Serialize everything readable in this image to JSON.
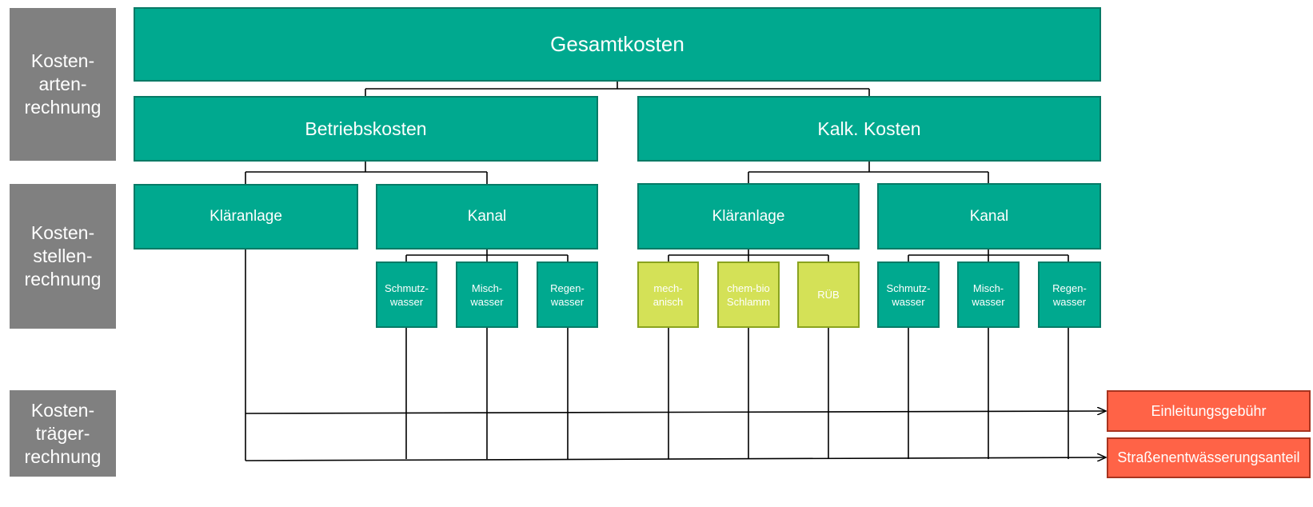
{
  "levels": {
    "kostenarten": "Kosten-\narten-\nrechnung",
    "kostenstellen": "Kosten-\nstellen-\nrechnung",
    "kostentraeger": "Kosten-\nträger-\nrechnung"
  },
  "nodes": {
    "gesamtkosten": "Gesamtkosten",
    "betriebskosten": "Betriebskosten",
    "kalk_kosten": "Kalk. Kosten",
    "klaeranlage_left": "Kläranlage",
    "kanal_left": "Kanal",
    "klaeranlage_right": "Kläranlage",
    "kanal_right": "Kanal",
    "schmutzwasser_left": "Schmutz-\nwasser",
    "mischwasser_left": "Misch-\nwasser",
    "regenwasser_left": "Regen-\nwasser",
    "mechanisch": "mech-\nanisch",
    "chem_bio": "chem-bio\nSchlamm",
    "rueb": "RÜB",
    "schmutzwasser_right": "Schmutz-\nwasser",
    "mischwasser_right": "Misch-\nwasser",
    "regenwasser_right": "Regen-\nwasser"
  },
  "targets": {
    "einleitungsgebuehr": "Einleitungsgebühr",
    "strassenentwaesserung": "Straßenentwässerungsanteil"
  },
  "colors": {
    "level_gray": "#808080",
    "node_teal": "#00a98f",
    "node_lime": "#d4e157",
    "target_red": "#ff6347",
    "connector": "#000000"
  }
}
